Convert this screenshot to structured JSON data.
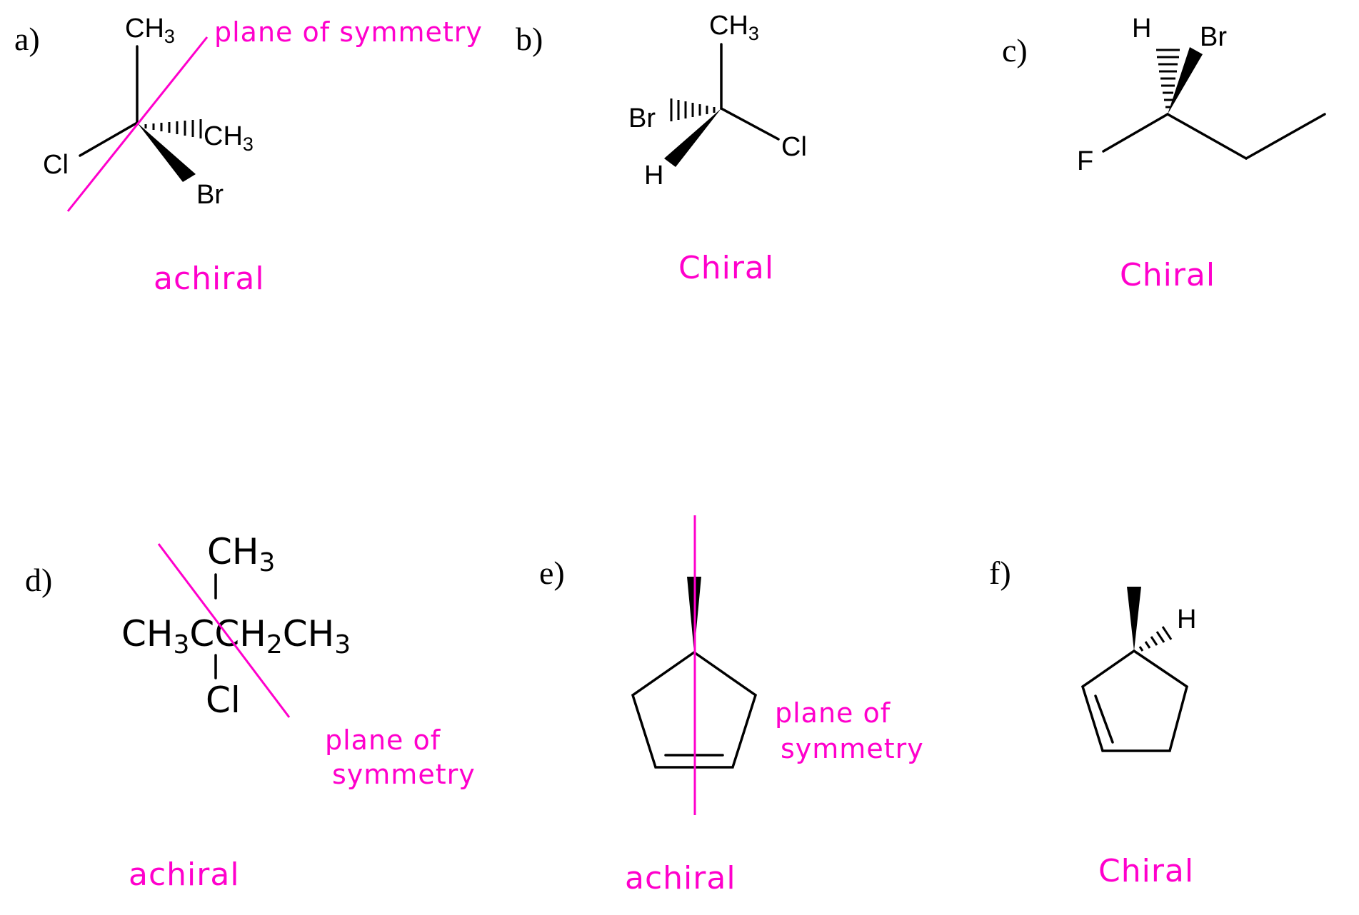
{
  "panels": {
    "a": {
      "label": "a)",
      "top": "CH",
      "top_sub": "3",
      "right": "CH",
      "right_sub": "3",
      "left": "Cl",
      "bottom": "Br",
      "symmetry_note": "plane of symmetry",
      "verdict": "achiral"
    },
    "b": {
      "label": "b)",
      "top": "CH",
      "top_sub": "3",
      "left": "Br",
      "right": "Cl",
      "bottom": "H",
      "verdict": "Chiral"
    },
    "c": {
      "label": "c)",
      "h": "H",
      "br": "Br",
      "f": "F",
      "verdict": "Chiral"
    },
    "d": {
      "label": "d)",
      "top": "CH",
      "top_sub": "3",
      "main_a": "CH",
      "main_a_sub": "3",
      "main_b": "CCH",
      "main_b_sub": "2",
      "main_c": "CH",
      "main_c_sub": "3",
      "bottom": "Cl",
      "symmetry_note_1": "plane of",
      "symmetry_note_2": "symmetry",
      "verdict": "achiral"
    },
    "e": {
      "label": "e)",
      "symmetry_note_1": "plane of",
      "symmetry_note_2": "symmetry",
      "verdict": "achiral"
    },
    "f": {
      "label": "f)",
      "h": "H",
      "verdict": "Chiral"
    }
  },
  "colors": {
    "annotation": "#ff00cc",
    "ink": "#000000"
  }
}
